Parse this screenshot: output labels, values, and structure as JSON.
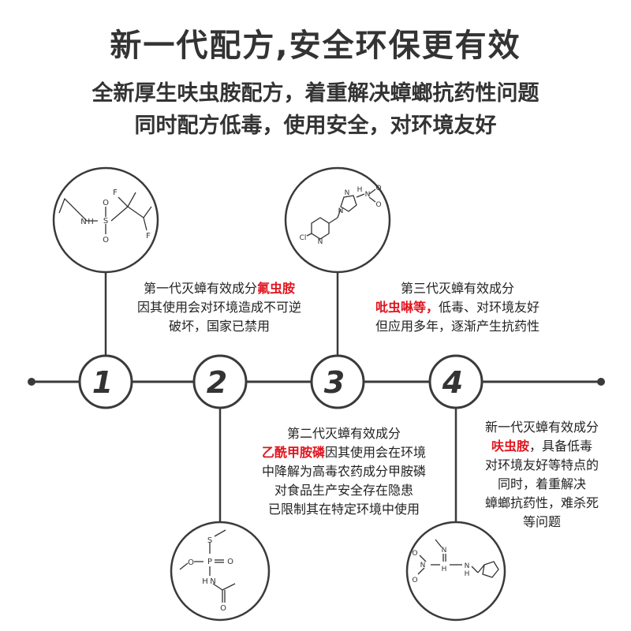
{
  "header": {
    "title": "新一代配方,安全环保更有效",
    "subtitle_line1": "全新厚生呋虫胺配方，着重解决蟑螂抗药性问题",
    "subtitle_line2": "同时配方低毒，使用安全，对环境友好"
  },
  "timeline": {
    "nodes": [
      {
        "number": "1"
      },
      {
        "number": "2"
      },
      {
        "number": "3"
      },
      {
        "number": "4"
      }
    ]
  },
  "descriptions": {
    "gen1": {
      "l1_pre": "第一代灭蟑有效成分",
      "l1_hl": "氟虫胺",
      "l2": "因其使用会对环境造成不可逆",
      "l3": "破坏，国家已禁用"
    },
    "gen2": {
      "l1": "第二代灭蟑有效成分",
      "l2_hl": "乙酰甲胺磷",
      "l2_post": "因其使用会在环境",
      "l3": "中降解为高毒农药成分甲胺磷",
      "l4": "对食品生产安全存在隐患",
      "l5": "已限制其在特定环境中使用"
    },
    "gen3": {
      "l1": "第三代灭蟑有效成分",
      "l2_hl": "吡虫啉等，",
      "l2_post": "低毒、对环境友好",
      "l3": "但应用多年，逐渐产生抗药性"
    },
    "gen4": {
      "l1": "新一代灭蟑有效成分",
      "l2_hl": "呋虫胺",
      "l2_post": "，具备低毒",
      "l3": "对环境友好等特点的",
      "l4": "同时，着重解决",
      "l5": "蟑螂抗药性，难杀死",
      "l6": "等问题"
    }
  },
  "molecules": {
    "m1": {
      "atom_f1": "F",
      "atom_f2": "F",
      "atom_s": "S",
      "atom_o1": "O",
      "atom_o2": "O",
      "atom_n": "N",
      "atom_h": "H"
    },
    "m2": {
      "atom_s": "S",
      "atom_p": "P",
      "atom_o1": "O",
      "atom_o2": "O",
      "atom_o3": "O",
      "atom_n": "N",
      "atom_h": "H"
    },
    "m3": {
      "atom_cl": "Cl",
      "atom_n1": "N",
      "atom_n2": "N",
      "atom_n3": "N",
      "atom_n4": "N",
      "atom_o1": "O",
      "atom_o2": "O",
      "atom_h": "H"
    },
    "m4": {
      "atom_n1": "N",
      "atom_n2": "N",
      "atom_n3": "N",
      "atom_o1": "O",
      "atom_o2": "O",
      "atom_h1": "H",
      "atom_h2": "H"
    }
  },
  "colors": {
    "line": "#3a3a3a",
    "highlight": "#e0141e",
    "text": "#333333"
  }
}
